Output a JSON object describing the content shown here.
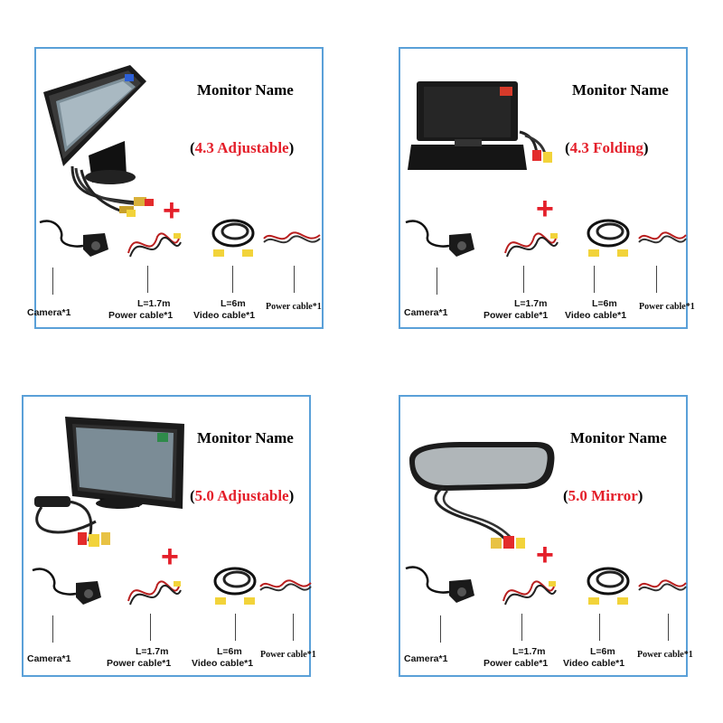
{
  "panels": [
    {
      "title": "Monitor Name",
      "model": "4.3 Adjustable",
      "plus": "+",
      "camera": "Camera*1",
      "power_length": "L=1.7m",
      "power": "Power cable*1",
      "video_length": "L=6m",
      "video": "Video cable*1",
      "power2": "Power cable*1",
      "monitor_icon": "adjustable-monitor"
    },
    {
      "title": "Monitor Name",
      "model": "4.3 Folding",
      "plus": "+",
      "camera": "Camera*1",
      "power_length": "L=1.7m",
      "power": "Power cable*1",
      "video_length": "L=6m",
      "video": "Video cable*1",
      "power2": "Power cable*1",
      "monitor_icon": "folding-monitor"
    },
    {
      "title": "Monitor Name",
      "model": "5.0 Adjustable",
      "plus": "+",
      "camera": "Camera*1",
      "power_length": "L=1.7m",
      "power": "Power cable*1",
      "video_length": "L=6m",
      "video": "Video cable*1",
      "power2": "Power cable*1",
      "monitor_icon": "adjustable-monitor"
    },
    {
      "title": "Monitor Name",
      "model": "5.0 Mirror",
      "plus": "+",
      "camera": "Camera*1",
      "power_length": "L=1.7m",
      "power": "Power cable*1",
      "video_length": "L=6m",
      "video": "Video cable*1",
      "power2": "Power cable*1",
      "monitor_icon": "mirror-monitor"
    }
  ],
  "colors": {
    "border": "#5aa0d8",
    "accent_red": "#e41f2a",
    "text": "#111111"
  }
}
